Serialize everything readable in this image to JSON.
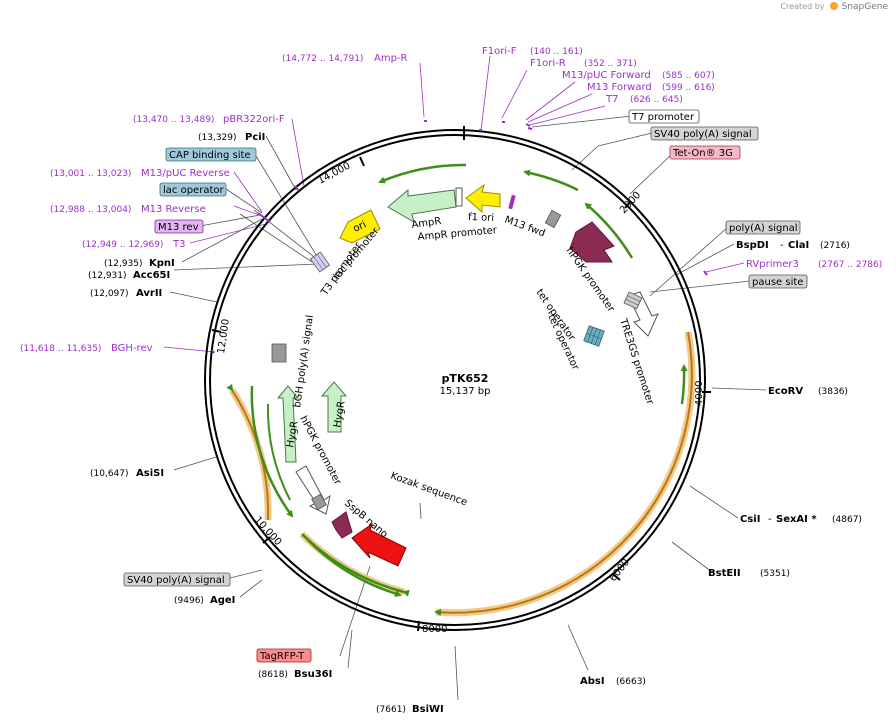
{
  "header": {
    "created_by": "Created by",
    "brand": "SnapGene"
  },
  "plasmid": {
    "name": "pTK652",
    "size": "15,137 bp"
  },
  "ticks": [
    "2000",
    "4000",
    "6000",
    "8000",
    "10,000",
    "12,000",
    "14,000"
  ],
  "primers": [
    {
      "name": "Amp-R",
      "range": "(14,772 .. 14,791)"
    },
    {
      "name": "F1ori-F",
      "range": "(140 .. 161)"
    },
    {
      "name": "F1ori-R",
      "range": "(352 .. 371)"
    },
    {
      "name": "M13/pUC Forward",
      "range": "(585 .. 607)"
    },
    {
      "name": "M13 Forward",
      "range": "(599 .. 616)"
    },
    {
      "name": "T7",
      "range": "(626 .. 645)"
    },
    {
      "name": "pBR322ori-F",
      "range": "(13,470 .. 13,489)"
    },
    {
      "name": "M13/pUC Reverse",
      "range": "(13,001 .. 13,023)"
    },
    {
      "name": "M13 Reverse",
      "range": "(12,988 .. 13,004)"
    },
    {
      "name": "T3",
      "range": "(12,949 .. 12,969)"
    },
    {
      "name": "BGH-rev",
      "range": "(11,618 .. 11,635)"
    },
    {
      "name": "RVprimer3",
      "range": "(2767 .. 2786)"
    }
  ],
  "enzymes": [
    {
      "name": "PciI",
      "pos": "(13,329)"
    },
    {
      "name": "KpnI",
      "pos": "(12,935)"
    },
    {
      "name": "Acc65I",
      "pos": "(12,931)"
    },
    {
      "name": "AvrII",
      "pos": "(12,097)"
    },
    {
      "name": "AsiSI",
      "pos": "(10,647)"
    },
    {
      "name": "AgeI",
      "pos": "(9496)"
    },
    {
      "name": "Bsu36I",
      "pos": "(8618)"
    },
    {
      "name": "BsiWI",
      "pos": "(7661)"
    },
    {
      "name": "AbsI",
      "pos": "(6663)"
    },
    {
      "name": "BstEII",
      "pos": "(5351)"
    },
    {
      "name": "CsiI",
      "pos": "(4867)",
      "partner": "SexAI *"
    },
    {
      "name": "EcoRV",
      "pos": "(3836)"
    },
    {
      "name": "BspDI",
      "pos": "(2716)",
      "partner": "ClaI"
    }
  ],
  "feature_boxes": {
    "t7_promoter": "T7 promoter",
    "sv40_top": "SV40 poly(A) signal",
    "tet_on": "Tet-On® 3G",
    "polya": "poly(A) signal",
    "pause": "pause site",
    "cap": "CAP binding site",
    "lac_op": "lac operator",
    "m13rev": "M13 rev",
    "sv40_bottom": "SV40 poly(A) signal",
    "tagrfp": "TagRFP-T"
  },
  "feature_labels": {
    "ori": "ori",
    "ampr": "AmpR",
    "ampr_promoter": "AmpR promoter",
    "f1_ori": "f1 ori",
    "m13_fwd": "M13 fwd",
    "lac_promoter": "lac promoter",
    "t3_promoter": "T3 promoter",
    "hpgk_top": "hPGK promoter",
    "tet_operator_1": "tet operator",
    "tet_operator_2": "tet operator",
    "tre3gs": "TRE3GS promoter",
    "bgh": "bGH poly(A) signal",
    "hygr_1": "HygR",
    "hygr_2": "HygR",
    "hpgk_bottom": "hPGK promoter",
    "kozak": "Kozak sequence",
    "sspb": "SspB nano"
  },
  "colors": {
    "backbone": "#000000",
    "primer": "#9b30c8",
    "green_arrow": "#3d8f1a",
    "orange_halo": "#f0c070",
    "hpgk": "#8b2a52",
    "sspb_red": "#ee1111",
    "ori_yellow": "#ffee00",
    "ampr_green": "#c8f0c8",
    "small_grey": "#999999",
    "tet_teal": "#6aaec0"
  }
}
